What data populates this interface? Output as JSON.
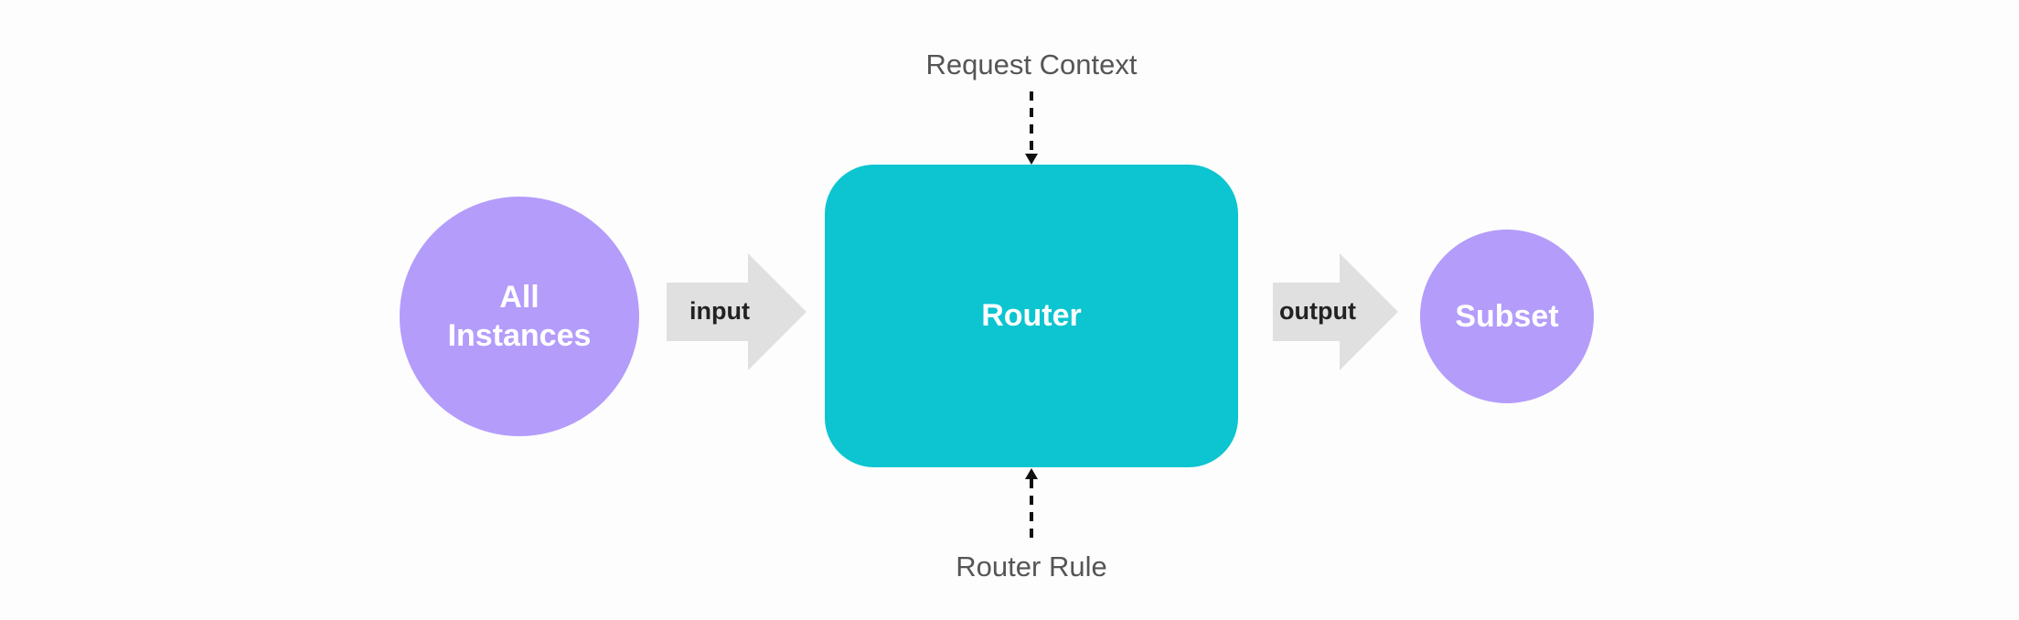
{
  "diagram": {
    "nodes": {
      "all_instances": "All\nInstances",
      "router": "Router",
      "subset": "Subset"
    },
    "arrows": {
      "input_label": "input",
      "output_label": "output"
    },
    "external": {
      "top_label": "Request Context",
      "bottom_label": "Router Rule"
    },
    "colors": {
      "background": "#fdfdfd",
      "circle_fill": "#b49cfb",
      "router_fill": "#0cc5d0",
      "arrow_fill": "#e0e0e0",
      "node_text": "#ffffff",
      "arrow_text": "#222222",
      "external_text": "#555555",
      "dashed_line": "#111111"
    }
  }
}
